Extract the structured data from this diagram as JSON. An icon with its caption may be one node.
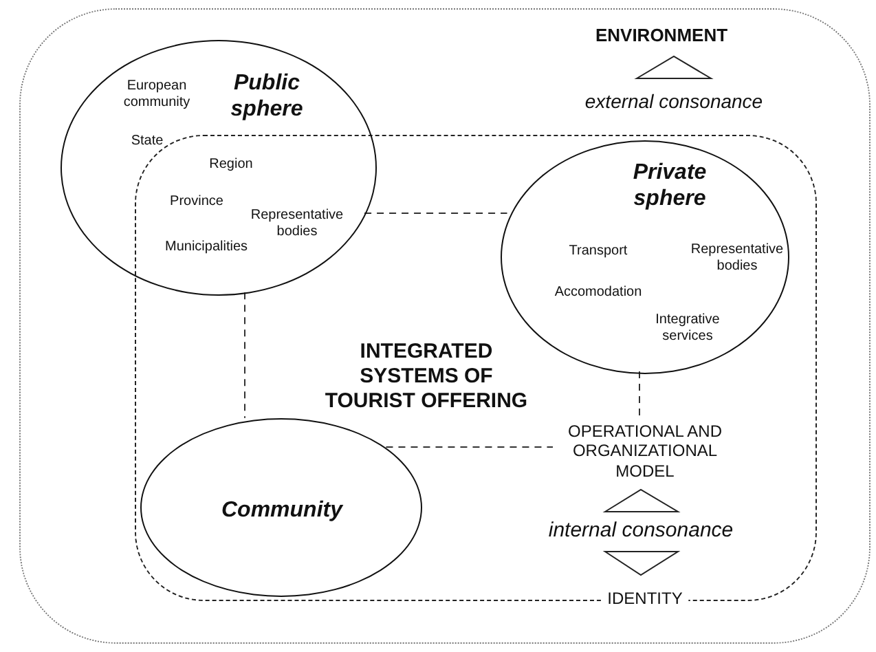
{
  "diagram": {
    "nodes": [
      {
        "text": [
          "ENVIRONMENT"
        ]
      },
      {
        "text": [
          "INTEGRATED SYSTEMS OF TOURIST OFFERING",
          "IDENTITY"
        ],
        "in": 0
      },
      {
        "text": [
          "European community",
          "Public sphere",
          "State",
          "Region",
          "Province",
          "Representative bodies",
          "Municipalities"
        ],
        "in": 0
      },
      {
        "text": [
          "Private sphere",
          "Transport",
          "Representative bodies",
          "Accomodation",
          "Integrative services"
        ],
        "in": 1
      },
      {
        "text": [
          "Community"
        ],
        "in": 1
      },
      {
        "text": [
          "OPERATIONAL AND ORGANIZATIONAL MODEL"
        ],
        "in": 1
      }
    ],
    "edges": [
      {
        "from": 2,
        "to": 3,
        "arrow": "none",
        "style": "dashed"
      },
      {
        "from": 2,
        "to": 4,
        "arrow": "none",
        "style": "dashed"
      },
      {
        "from": 4,
        "to": 5,
        "arrow": "none",
        "style": "dashed"
      },
      {
        "from": 3,
        "to": 5,
        "arrow": "none",
        "style": "dashed"
      }
    ],
    "labels": [
      "external consonance",
      "internal consonance"
    ]
  }
}
